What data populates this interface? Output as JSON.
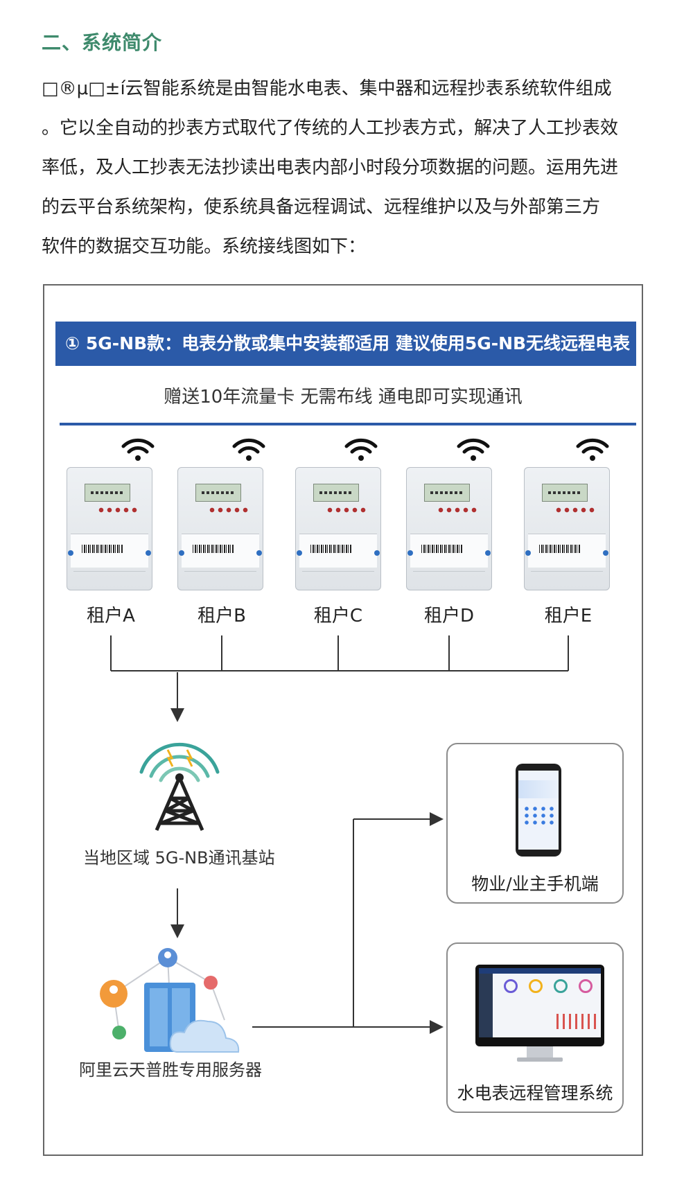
{
  "section_title": "二、系统简介",
  "intro_lines": [
    "□®μ□±í云智能系统是由智能水电表、集中器和远程抄表系统软件组成",
    "。它以全自动的抄表方式取代了传统的人工抄表方式，解决了人工抄表效",
    "率低，及人工抄表无法抄读出电表内部小时段分项数据的问题。运用先进",
    "的云平台系统架构，使系统具备远程调试、远程维护以及与外部第三方",
    "软件的数据交互功能。系统接线图如下："
  ],
  "diagram": {
    "banner": "① 5G-NB款：电表分散或集中安装都适用 建议使用5G-NB无线远程电表",
    "subtitle": "赠送10年流量卡 无需布线 通电即可实现通讯",
    "tenants": [
      "租户A",
      "租户B",
      "租户C",
      "租户D",
      "租户E"
    ],
    "base_station_label": "当地区域 5G-NB通讯基站",
    "server_label": "阿里云天普胜专用服务器",
    "mobile_label": "物业/业主手机端",
    "system_label": "水电表远程管理系统"
  },
  "colors": {
    "title_green": "#3e8a6c",
    "banner_blue": "#2b5aa8"
  }
}
